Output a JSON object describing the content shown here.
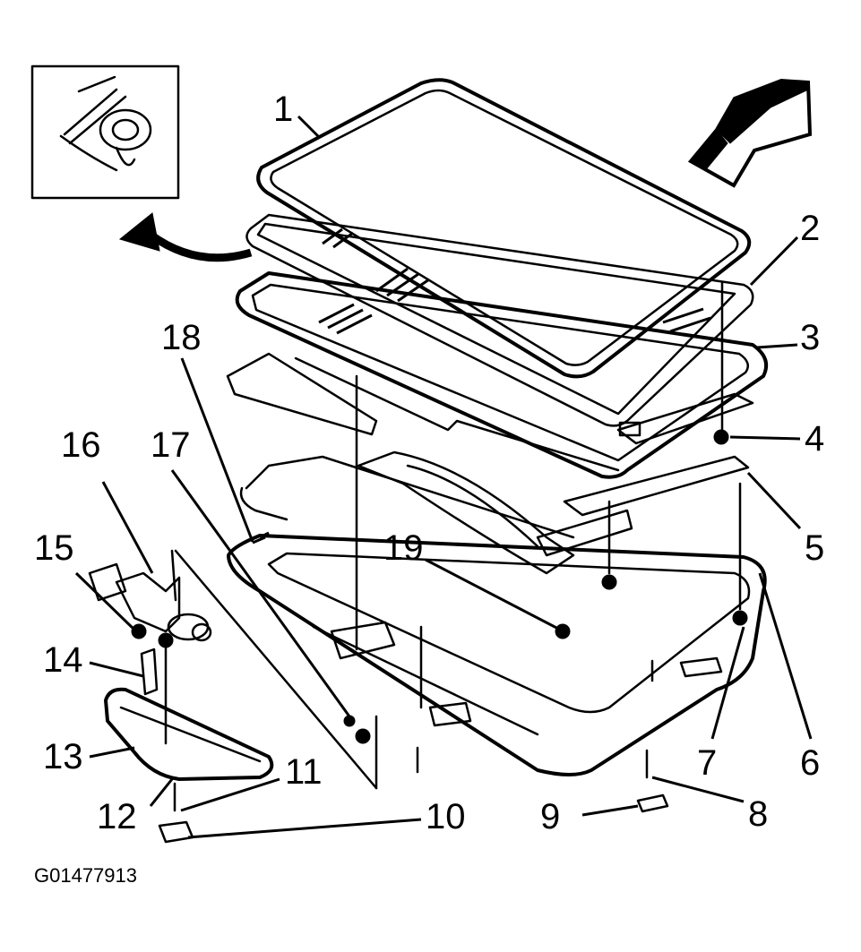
{
  "figure_code": "G01477913",
  "callouts": [
    {
      "id": "c1",
      "label": "1"
    },
    {
      "id": "c2",
      "label": "2"
    },
    {
      "id": "c3",
      "label": "3"
    },
    {
      "id": "c4",
      "label": "4"
    },
    {
      "id": "c5",
      "label": "5"
    },
    {
      "id": "c6",
      "label": "6"
    },
    {
      "id": "c7",
      "label": "7"
    },
    {
      "id": "c8",
      "label": "8"
    },
    {
      "id": "c9",
      "label": "9"
    },
    {
      "id": "c10",
      "label": "10"
    },
    {
      "id": "c11",
      "label": "11"
    },
    {
      "id": "c12",
      "label": "12"
    },
    {
      "id": "c13",
      "label": "13"
    },
    {
      "id": "c14",
      "label": "14"
    },
    {
      "id": "c15",
      "label": "15"
    },
    {
      "id": "c16",
      "label": "16"
    },
    {
      "id": "c17",
      "label": "17"
    },
    {
      "id": "c18",
      "label": "18"
    },
    {
      "id": "c19",
      "label": "19"
    }
  ],
  "colors": {
    "ink": "#000000",
    "background": "#ffffff"
  },
  "icons": [
    "forward-direction-arrow-icon",
    "detail-view-arrow-icon"
  ]
}
